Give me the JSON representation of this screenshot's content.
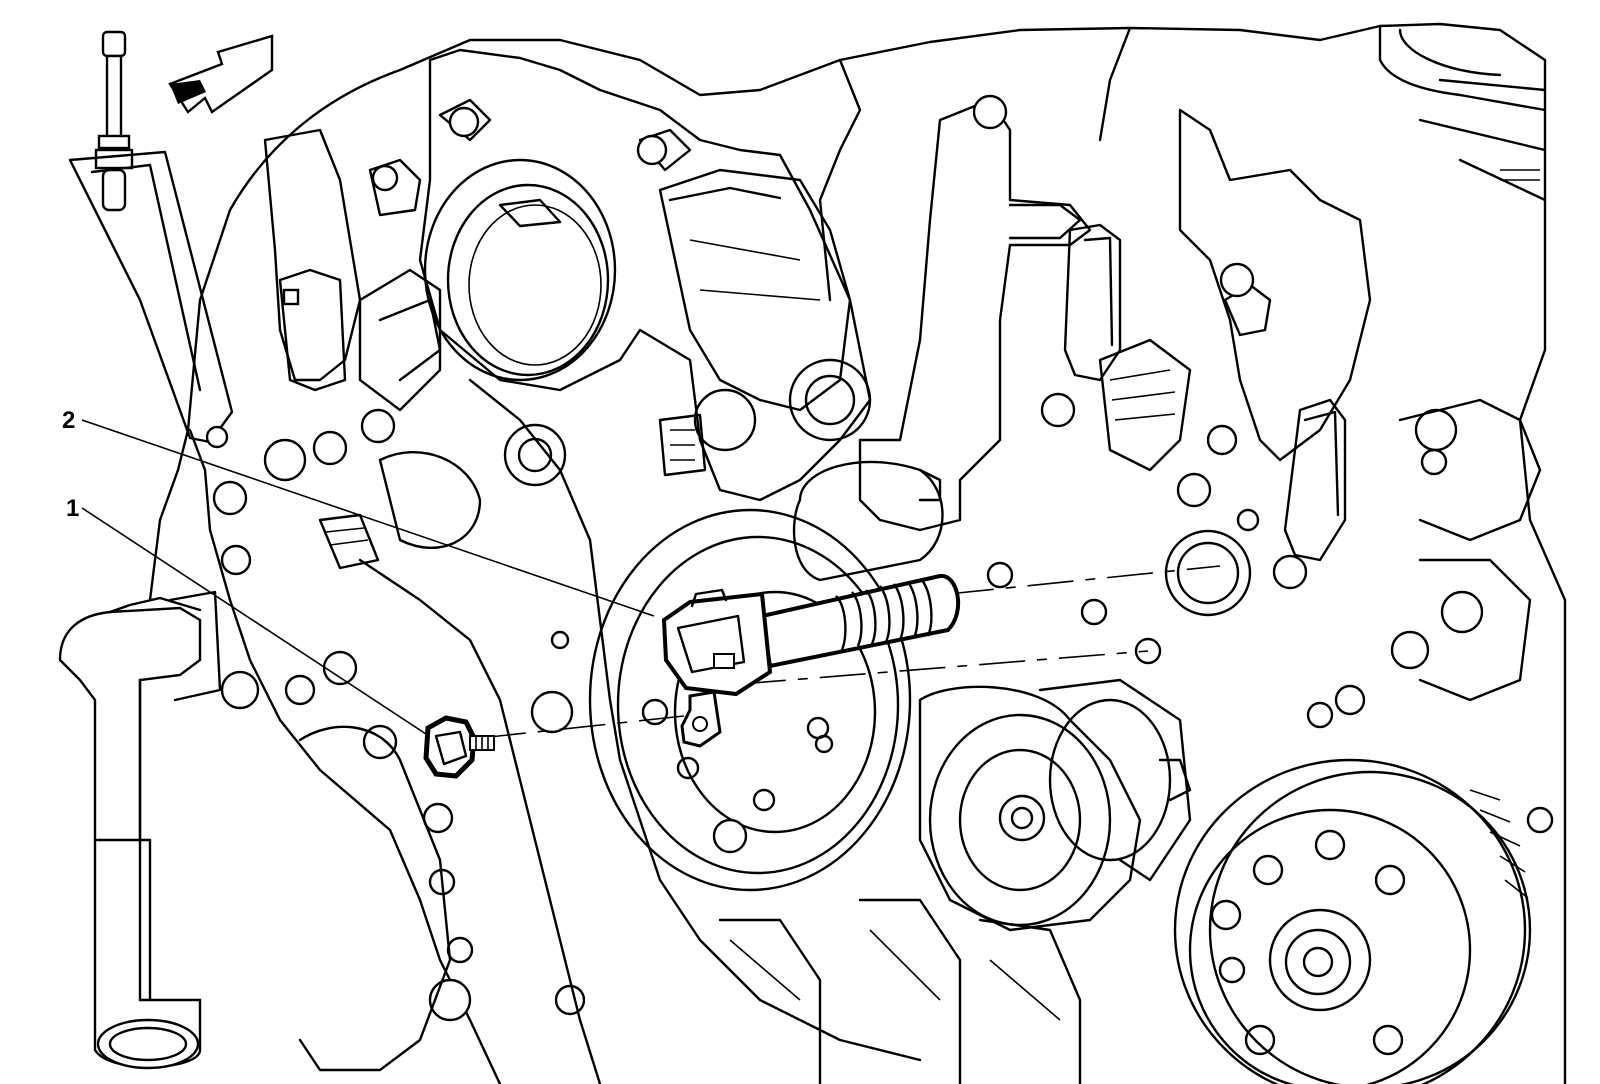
{
  "diagram": {
    "callouts": [
      {
        "id": "callout-1",
        "label": "1",
        "part": "sensor-bolt"
      },
      {
        "id": "callout-2",
        "label": "2",
        "part": "sensor"
      }
    ],
    "icons": {
      "direction": "front-arrow-icon"
    },
    "line_color": "#000000",
    "background": "#ffffff"
  }
}
